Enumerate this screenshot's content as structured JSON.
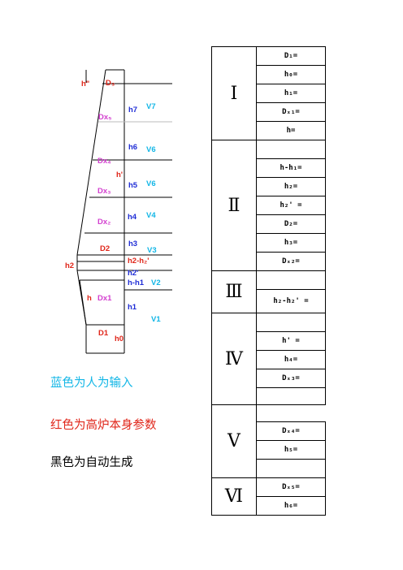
{
  "colors": {
    "blue": "#1f2dd6",
    "red": "#e0261a",
    "magenta": "#d33fcf",
    "cyan": "#12b6e6",
    "black": "#000000"
  },
  "diagram": {
    "labels": [
      {
        "id": "h-double-prime",
        "text": "h\"",
        "color": "red"
      },
      {
        "id": "D3",
        "text": "D₃",
        "color": "red"
      },
      {
        "id": "h7",
        "text": "h7",
        "color": "blue"
      },
      {
        "id": "V7",
        "text": "V7",
        "color": "cyan"
      },
      {
        "id": "Dx5",
        "text": "Dx₅",
        "color": "magenta"
      },
      {
        "id": "h6",
        "text": "h6",
        "color": "blue"
      },
      {
        "id": "V6a",
        "text": "V6",
        "color": "cyan"
      },
      {
        "id": "Dx4",
        "text": "Dx₄",
        "color": "magenta"
      },
      {
        "id": "h-prime",
        "text": "h'",
        "color": "red"
      },
      {
        "id": "h5",
        "text": "h5",
        "color": "blue"
      },
      {
        "id": "V6b",
        "text": "V6",
        "color": "cyan"
      },
      {
        "id": "Dx3",
        "text": "Dx₃",
        "color": "magenta"
      },
      {
        "id": "h4",
        "text": "h4",
        "color": "blue"
      },
      {
        "id": "V4",
        "text": "V4",
        "color": "cyan"
      },
      {
        "id": "Dx2",
        "text": "Dx₂",
        "color": "magenta"
      },
      {
        "id": "D2",
        "text": "D2",
        "color": "red"
      },
      {
        "id": "h3",
        "text": "h3",
        "color": "blue"
      },
      {
        "id": "V3",
        "text": "V3",
        "color": "cyan"
      },
      {
        "id": "h2-label",
        "text": "h2",
        "color": "red"
      },
      {
        "id": "h2-minus-h2p",
        "text": "h2-h₂'",
        "color": "red"
      },
      {
        "id": "h2-prime",
        "text": "h2'",
        "color": "blue"
      },
      {
        "id": "h-minus-h1",
        "text": "h-h1",
        "color": "blue"
      },
      {
        "id": "V2",
        "text": "V2",
        "color": "cyan"
      },
      {
        "id": "h-label",
        "text": "h",
        "color": "red"
      },
      {
        "id": "Dx1",
        "text": "Dx1",
        "color": "magenta"
      },
      {
        "id": "h1",
        "text": "h1",
        "color": "blue"
      },
      {
        "id": "V1",
        "text": "V1",
        "color": "cyan"
      },
      {
        "id": "D1",
        "text": "D1",
        "color": "red"
      },
      {
        "id": "h0",
        "text": "h0",
        "color": "red"
      }
    ]
  },
  "legend": {
    "blue_text": "蓝色为人为输入",
    "red_text": "红色为高炉本身参数",
    "black_text": "黑色为自动生成"
  },
  "table": {
    "stages": [
      {
        "numeral": "Ⅰ",
        "cells": [
          "D₁=",
          "h₀=",
          "h₁=",
          "Dₓ₁=",
          "h="
        ]
      },
      {
        "numeral": "Ⅱ",
        "cells": [
          "",
          "h-h₁=",
          "h₂=",
          "h₂' =",
          "D₂=",
          "h₃=",
          "Dₓ₂="
        ]
      },
      {
        "numeral": "Ⅲ",
        "cells": [
          "",
          "h₂-h₂' ="
        ]
      },
      {
        "numeral": "Ⅳ",
        "cells": [
          "",
          "h' =",
          "h₄=",
          "Dₓ₃=",
          ""
        ]
      },
      {
        "numeral": "Ⅴ",
        "cells": [
          "Dₓ₄=",
          "h₅=",
          ""
        ]
      },
      {
        "numeral": "Ⅵ",
        "cells": [
          "Dₓ₅=",
          "h₆="
        ]
      }
    ]
  }
}
